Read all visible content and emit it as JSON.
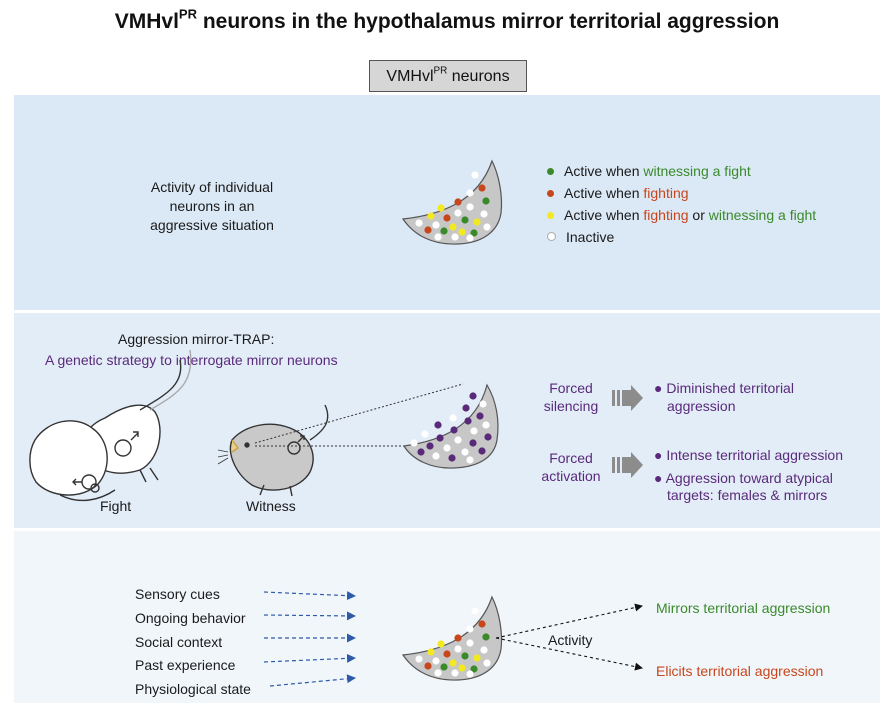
{
  "title": {
    "main": "VMHvl",
    "sup": "PR",
    "rest": " neurons in the hypothalamus mirror territorial aggression"
  },
  "tag": {
    "main": "VMHvl",
    "sup": "PR",
    "rest": " neurons"
  },
  "colors": {
    "green": "#3a8a2a",
    "red": "#c8461c",
    "yellow": "#f2ea1e",
    "white": "#ffffff",
    "purple": "#5a2a7a",
    "blue_arrow": "#2f5aa8",
    "gray_arrow": "#8c8c8c"
  },
  "panel1": {
    "description": [
      "Activity of individual",
      "neurons in an",
      "aggressive situation"
    ],
    "legend": [
      {
        "color": "green",
        "parts": [
          {
            "t": "Active when ",
            "c": ""
          },
          {
            "t": "witnessing a fight",
            "c": "green"
          }
        ]
      },
      {
        "color": "red",
        "parts": [
          {
            "t": "Active when ",
            "c": ""
          },
          {
            "t": "fighting",
            "c": "red"
          }
        ]
      },
      {
        "color": "yellow",
        "parts": [
          {
            "t": "Active when ",
            "c": ""
          },
          {
            "t": "fighting",
            "c": "red"
          },
          {
            "t": " or ",
            "c": ""
          },
          {
            "t": "witnessing a fight",
            "c": "green"
          }
        ]
      },
      {
        "color": "white",
        "parts": [
          {
            "t": "Inactive",
            "c": ""
          }
        ]
      }
    ]
  },
  "panel2": {
    "heading": "Aggression mirror-TRAP:",
    "subheading": "A genetic strategy to interrogate mirror neurons",
    "fight_label": "Fight",
    "witness_label": "Witness",
    "silencing": {
      "label": [
        "Forced",
        "silencing"
      ],
      "outcomes": [
        [
          "Diminished territorial",
          "aggression"
        ]
      ]
    },
    "activation": {
      "label": [
        "Forced",
        "activation"
      ],
      "outcomes": [
        [
          "Intense territorial aggression"
        ],
        [
          "Aggression toward atypical",
          "targets: females & mirrors"
        ]
      ]
    }
  },
  "panel3": {
    "inputs": [
      "Sensory cues",
      "Ongoing behavior",
      "Social context",
      "Past experience",
      "Physiological state"
    ],
    "activity_label": "Activity",
    "outputs": [
      {
        "text": "Mirrors territorial aggression",
        "color": "green"
      },
      {
        "text": "Elicits territorial aggression",
        "color": "red"
      }
    ]
  }
}
